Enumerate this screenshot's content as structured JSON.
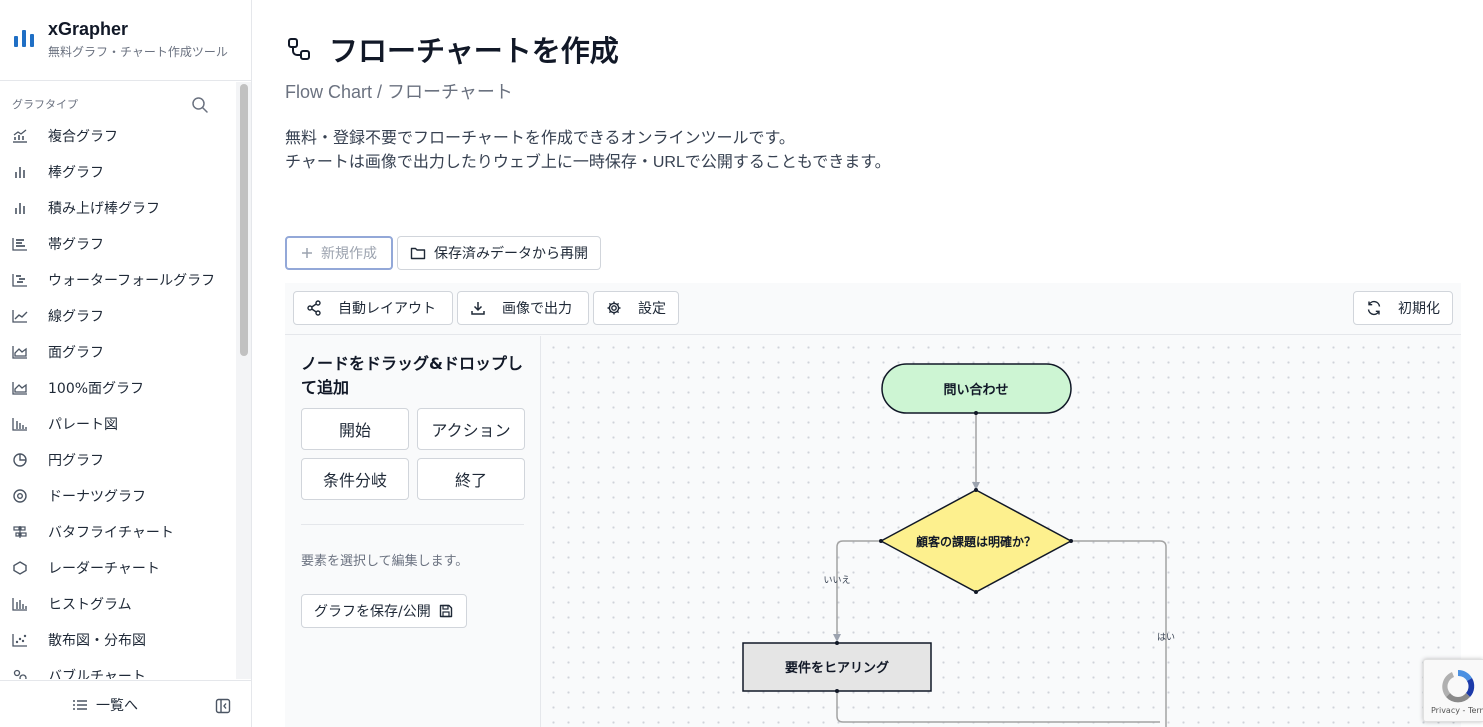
{
  "brand": {
    "name": "xGrapher",
    "subtitle": "無料グラフ・チャート作成ツール",
    "color": "#1f6fc5"
  },
  "sidebar": {
    "section_title": "グラフタイプ",
    "items": [
      {
        "label": "複合グラフ",
        "icon": "combo-chart-icon"
      },
      {
        "label": "棒グラフ",
        "icon": "bar-chart-icon"
      },
      {
        "label": "積み上げ棒グラフ",
        "icon": "stacked-bar-chart-icon"
      },
      {
        "label": "帯グラフ",
        "icon": "band-chart-icon"
      },
      {
        "label": "ウォーターフォールグラフ",
        "icon": "waterfall-chart-icon"
      },
      {
        "label": "線グラフ",
        "icon": "line-chart-icon"
      },
      {
        "label": "面グラフ",
        "icon": "area-chart-icon"
      },
      {
        "label": "100%面グラフ",
        "icon": "percent-area-chart-icon"
      },
      {
        "label": "パレート図",
        "icon": "pareto-chart-icon"
      },
      {
        "label": "円グラフ",
        "icon": "pie-chart-icon"
      },
      {
        "label": "ドーナツグラフ",
        "icon": "donut-chart-icon"
      },
      {
        "label": "バタフライチャート",
        "icon": "butterfly-chart-icon"
      },
      {
        "label": "レーダーチャート",
        "icon": "radar-chart-icon"
      },
      {
        "label": "ヒストグラム",
        "icon": "histogram-icon"
      },
      {
        "label": "散布図・分布図",
        "icon": "scatter-chart-icon"
      },
      {
        "label": "バブルチャート",
        "icon": "bubble-chart-icon"
      }
    ],
    "footer_label": "一覧へ"
  },
  "page": {
    "title": "フローチャートを作成",
    "subtitle": "Flow Chart / フローチャート",
    "desc_line1": "無料・登録不要でフローチャートを作成できるオンラインツールです。",
    "desc_line2": "チャートは画像で出力したりウェブ上に一時保存・URLで公開することもできます。"
  },
  "actions": {
    "new_label": "新規作成",
    "resume_label": "保存済みデータから再開"
  },
  "toolbar": {
    "auto_layout": "自動レイアウト",
    "export": "画像で出力",
    "settings": "設定",
    "reset": "初期化"
  },
  "palette": {
    "heading": "ノードをドラッグ&ドロップして追加",
    "nodes": [
      "開始",
      "アクション",
      "条件分岐",
      "終了"
    ],
    "hint": "要素を選択して編集します。",
    "save_label": "グラフを保存/公開"
  },
  "flow": {
    "start": {
      "label": "問い合わせ",
      "color": "#cdf5d3"
    },
    "decision": {
      "label": "顧客の課題は明確か？",
      "color": "#fdf08e"
    },
    "action": {
      "label": "要件をヒアリング",
      "color": "#e5e5e5"
    },
    "edge_no": "いいえ",
    "edge_yes": "はい"
  },
  "recaptcha": {
    "links": "Privacy - Terms"
  }
}
